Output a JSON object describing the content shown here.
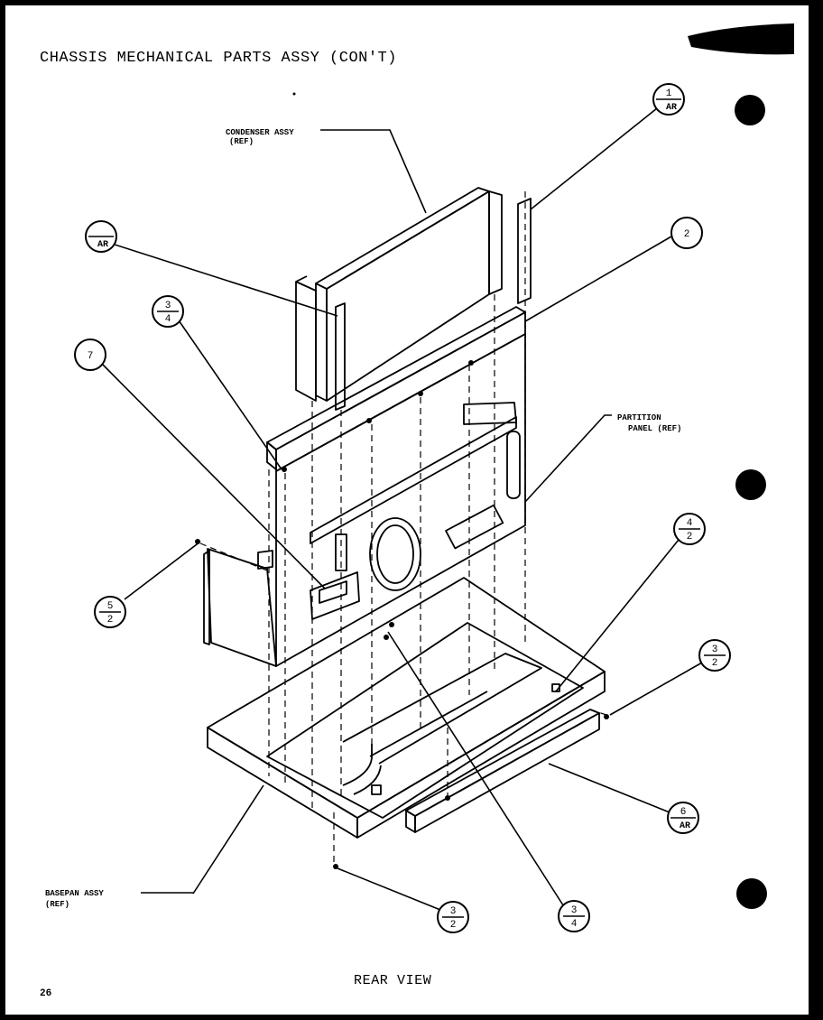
{
  "header": {
    "title": "CHASSIS MECHANICAL PARTS ASSY (CON'T)"
  },
  "diagram": {
    "caption": "REAR VIEW",
    "page_number": "26",
    "labels": {
      "condenser": [
        "CONDENSER ASSY",
        "(REF)"
      ],
      "partition": [
        "PARTITION",
        "PANEL (REF)"
      ],
      "basepan": [
        "BASEPAN ASSY",
        "(REF)"
      ]
    },
    "callouts": {
      "c1": {
        "top": "1",
        "bottom": "AR"
      },
      "c2": {
        "top": "",
        "bottom": "AR"
      },
      "c3": {
        "top": "2",
        "bottom": ""
      },
      "c4": {
        "top": "3",
        "bottom": "4"
      },
      "c5": {
        "top": "7",
        "bottom": ""
      },
      "c6": {
        "top": "4",
        "bottom": "2"
      },
      "c7": {
        "top": "5",
        "bottom": "2"
      },
      "c8": {
        "top": "3",
        "bottom": "2"
      },
      "c9": {
        "top": "6",
        "bottom": "AR"
      },
      "c10": {
        "top": "3",
        "bottom": "2"
      },
      "c11": {
        "top": "3",
        "bottom": "4"
      }
    }
  }
}
